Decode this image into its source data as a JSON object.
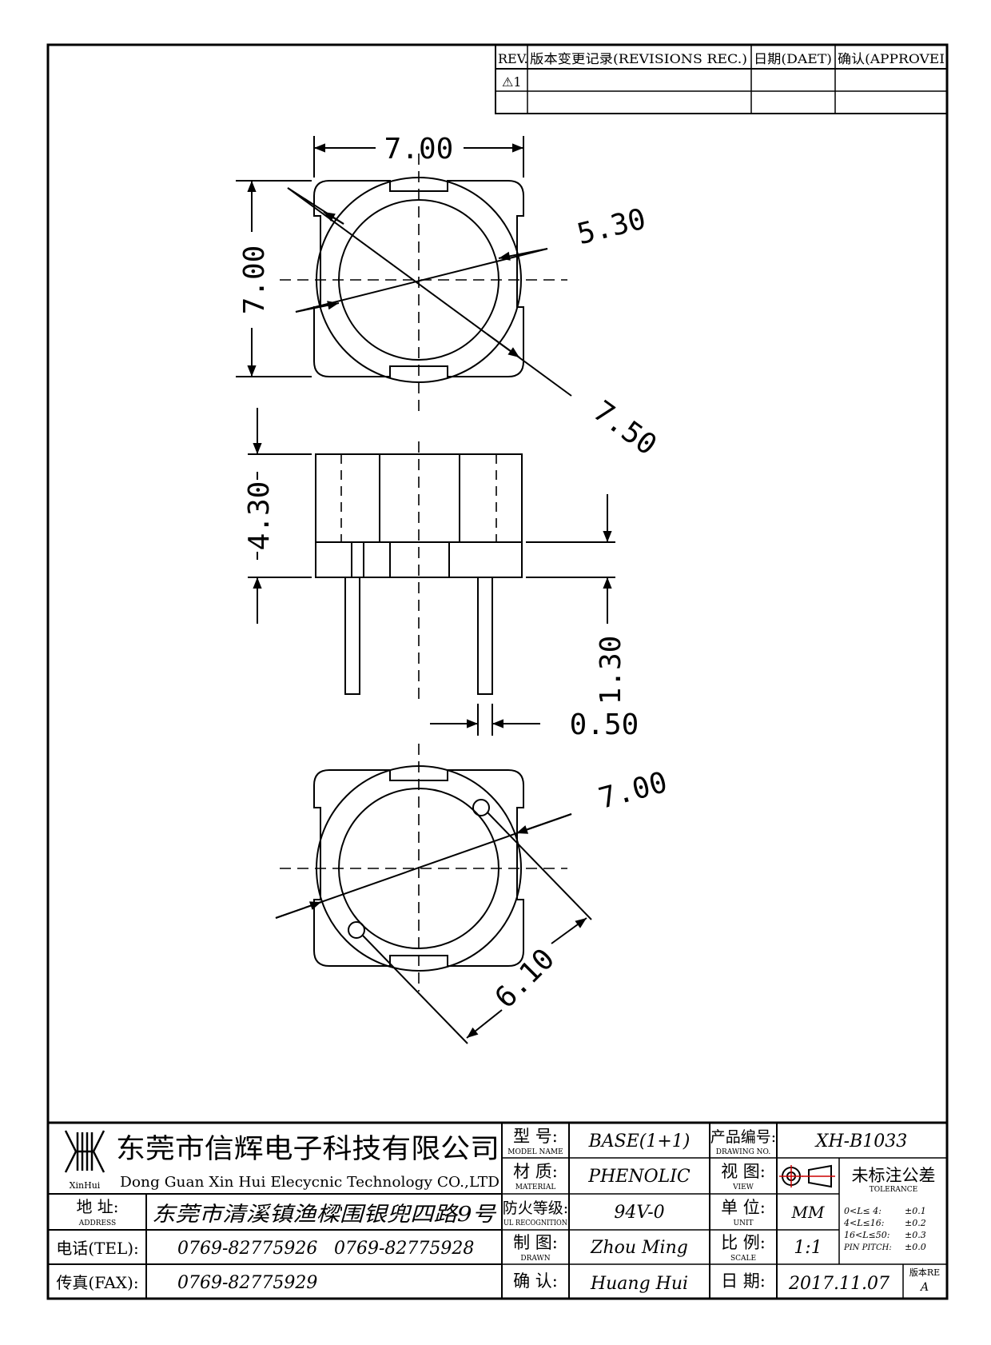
{
  "revisions": {
    "headers": {
      "rev": "REV.",
      "record": "版本变更记录(REVISIONS REC.)",
      "date": "日期(DAET)",
      "approve": "确认(APPROVEI"
    },
    "rows": [
      {
        "rev": "⚠1",
        "record": "",
        "date": "",
        "approve": ""
      },
      {
        "rev": "",
        "record": "",
        "date": "",
        "approve": ""
      }
    ]
  },
  "dimensions": {
    "top_width": "7.00",
    "top_height": "7.00",
    "inner_dia": "5.30",
    "outer_dia": "7.50",
    "body_height": "4.30",
    "base_height": "1.30",
    "pin_dia": "0.50",
    "bottom_dia": "7.00",
    "pin_circle": "6.10"
  },
  "title_block": {
    "logo_text": "XinHui",
    "company_cn": "东莞市信辉电子科技有限公司",
    "company_en": "Dong Guan Xin Hui Elecycnic Technology CO.,LTD",
    "address_label": "地  址:",
    "address_label_en": "ADDRESS",
    "address": "东莞市清溪镇渔樑围银兜四路9号",
    "tel_label": "电话(TEL):",
    "tel1": "0769-82775926",
    "tel2": "0769-82775928",
    "fax_label": "传真(FAX):",
    "fax": "0769-82775929",
    "model_label": "型  号:",
    "model_label_en": "MODEL NAME",
    "model": "BASE(1+1)",
    "material_label": "材  质:",
    "material_label_en": "MATERIAL",
    "material": "PHENOLIC",
    "fire_label": "防火等级:",
    "fire_label_en": "UL RECOGNITION",
    "fire": "94V-0",
    "drawn_label": "制  图:",
    "drawn_label_en": "DRAWN",
    "drawn": "Zhou Ming",
    "confirm_label": "确  认:",
    "confirm": "Huang Hui",
    "drawing_no_label": "产品编号:",
    "drawing_no_label_en": "DRAWING NO.",
    "drawing_no": "XH-B1033",
    "view_label": "视  图:",
    "view_label_en": "VIEW",
    "tolerance_label": "未标注公差",
    "tolerance_label_en": "TOLERANCE",
    "unit_label": "单  位:",
    "unit_label_en": "UNIT",
    "unit": "MM",
    "scale_label": "比  例:",
    "scale_label_en": "SCALE",
    "scale": "1:1",
    "date_label": "日  期:",
    "date": "2017.11.07",
    "version_label": "版本RE",
    "version": "A",
    "tolerances": [
      {
        "range": "0<L≤ 4:",
        "value": "±0.1"
      },
      {
        "range": "4<L≤16:",
        "value": "±0.2"
      },
      {
        "range": "16<L≤50:",
        "value": "±0.3"
      },
      {
        "range": "PIN PITCH:",
        "value": "±0.0"
      }
    ]
  }
}
